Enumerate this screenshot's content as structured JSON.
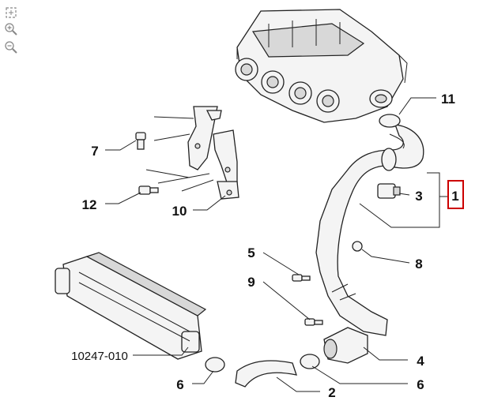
{
  "toolbar": {
    "icons": [
      "fit-screen-icon",
      "zoom-in-icon",
      "zoom-out-icon"
    ]
  },
  "callouts": {
    "c1": "1",
    "c2": "2",
    "c3": "3",
    "c4": "4",
    "c5": "5",
    "c6a": "6",
    "c6b": "6",
    "c7": "7",
    "c8": "8",
    "c9": "9",
    "c10": "10",
    "c11": "11",
    "c12": "12",
    "intercooler": "10247-010"
  },
  "highlight_color": "#cc0000"
}
